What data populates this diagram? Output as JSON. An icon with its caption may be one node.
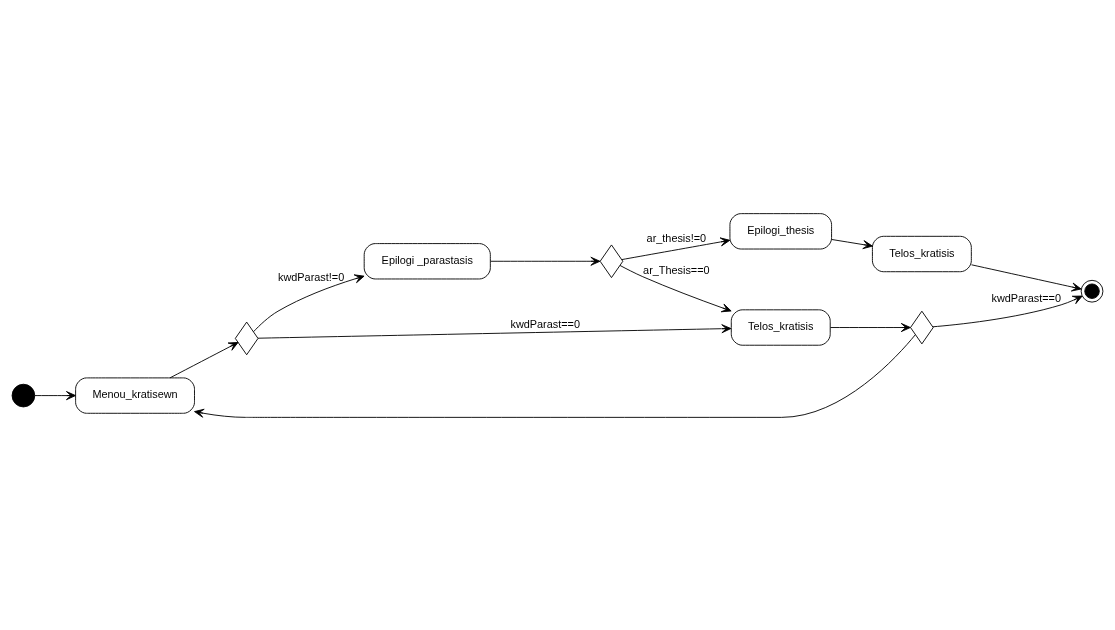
{
  "diagram": {
    "nodes": [
      {
        "text": [],
        "shape": "circle"
      },
      {
        "text": [
          "Menou_kratisewn"
        ]
      },
      {
        "text": [],
        "shape": "diamond"
      },
      {
        "text": [
          "Telos_kratisis"
        ]
      },
      {
        "text": [],
        "shape": "diamond"
      },
      {
        "text": [],
        "shape": "bullseye"
      },
      {
        "text": [
          "Epilogi _parastasis"
        ]
      },
      {
        "text": [],
        "shape": "diamond"
      },
      {
        "text": [
          "Epilogi_thesis"
        ]
      },
      {
        "text": [
          "Telos_kratisis"
        ]
      }
    ],
    "edges": [
      {
        "from": 0,
        "to": 1,
        "arrow": "to"
      },
      {
        "from": 1,
        "to": 2,
        "arrow": "to"
      },
      {
        "from": 2,
        "to": 3,
        "arrow": "to",
        "label": "kwdParast==0"
      },
      {
        "from": 2,
        "to": 6,
        "arrow": "to",
        "label": "kwdParast!=0"
      },
      {
        "from": 3,
        "to": 4,
        "arrow": "to"
      },
      {
        "from": 4,
        "to": 5,
        "arrow": "to",
        "label": "kwdParast==0"
      },
      {
        "from": 4,
        "to": 1,
        "arrow": "to"
      },
      {
        "from": 6,
        "to": 7,
        "arrow": "to"
      },
      {
        "from": 7,
        "to": 3,
        "arrow": "to",
        "label": "ar_Thesis==0"
      },
      {
        "from": 7,
        "to": 8,
        "arrow": "to",
        "label": "ar_thesis!=0"
      },
      {
        "from": 8,
        "to": 9,
        "arrow": "to"
      },
      {
        "from": 9,
        "to": 5,
        "arrow": "to"
      }
    ]
  }
}
